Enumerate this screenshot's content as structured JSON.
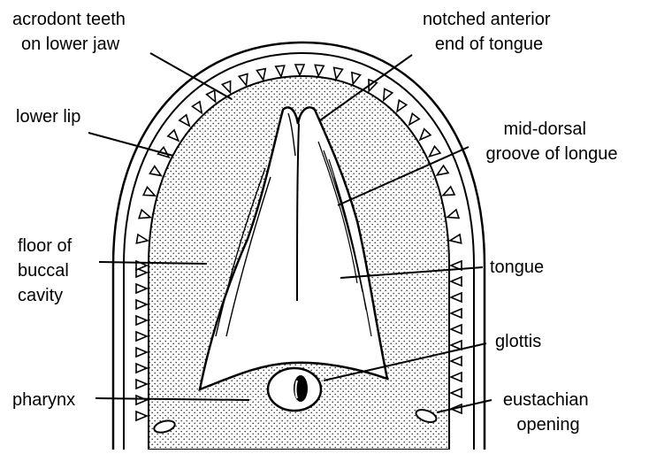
{
  "labels": {
    "acrodont_teeth": [
      "acrodont teeth",
      "on lower jaw"
    ],
    "notched_end": [
      "notched anterior",
      "end of tongue"
    ],
    "lower_lip": [
      "lower lip"
    ],
    "mid_dorsal": [
      "mid-dorsal",
      "groove of longue"
    ],
    "floor": [
      "floor of",
      "buccal",
      "cavity"
    ],
    "tongue": [
      "tongue"
    ],
    "glottis": [
      "glottis"
    ],
    "pharynx": [
      "pharynx"
    ],
    "eustachian": [
      "eustachian",
      "opening"
    ]
  }
}
